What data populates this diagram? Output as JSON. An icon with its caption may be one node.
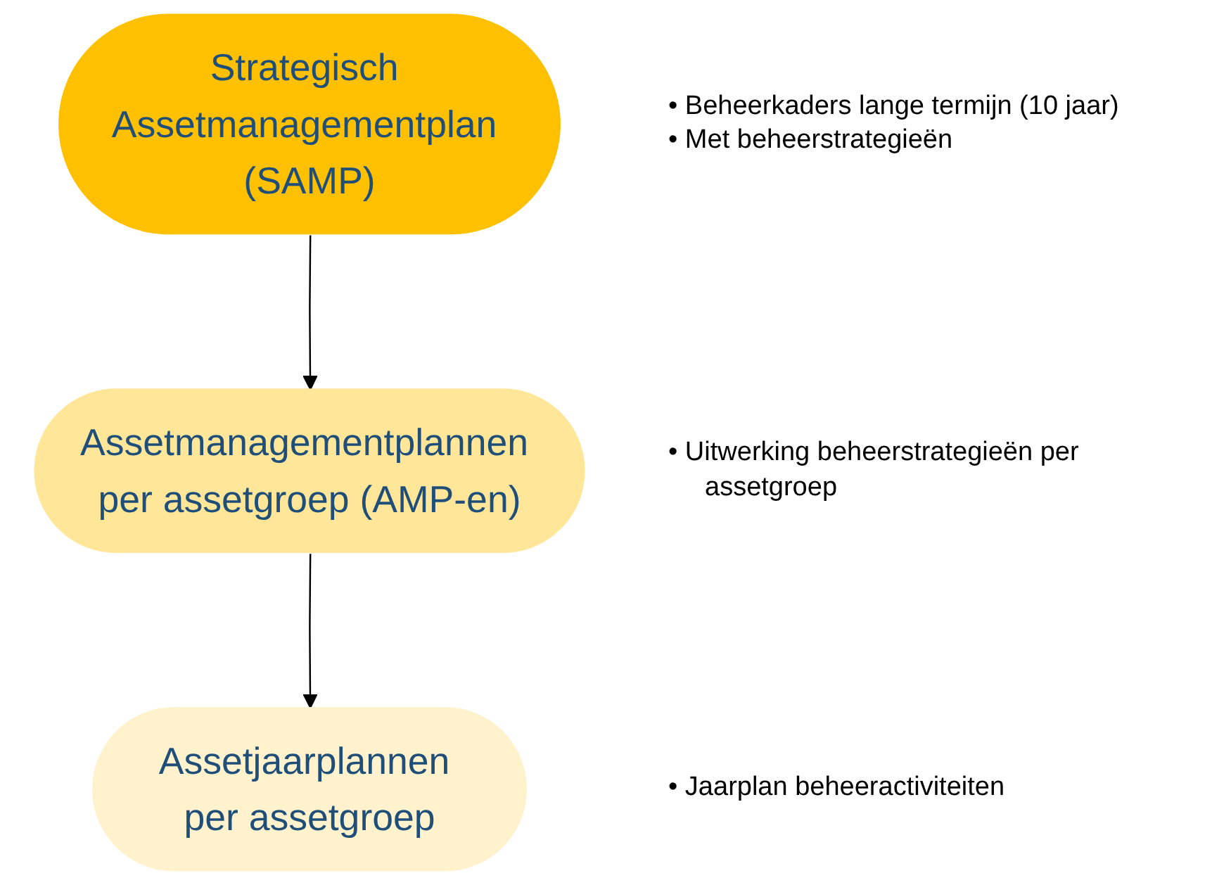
{
  "diagram": {
    "nodes": [
      {
        "text": [
          "Strategisch Assetmanagementplan (SAMP)"
        ]
      },
      {
        "text": [
          "Assetmanagementplannen per assetgroep (AMP-en)"
        ]
      },
      {
        "text": [
          "Assetjaarplannen per assetgroep"
        ]
      }
    ],
    "edges": [
      {
        "from": 0,
        "to": 1,
        "arrow": "to"
      },
      {
        "from": 1,
        "to": 2,
        "arrow": "to"
      }
    ],
    "labels": [
      "• Beheerkaders lange termijn (10 jaar)",
      "• Met beheerstrategieën",
      "• Uitwerking beheerstrategieën per assetgroep",
      "• Jaarplan beheeractiviteiten"
    ]
  }
}
